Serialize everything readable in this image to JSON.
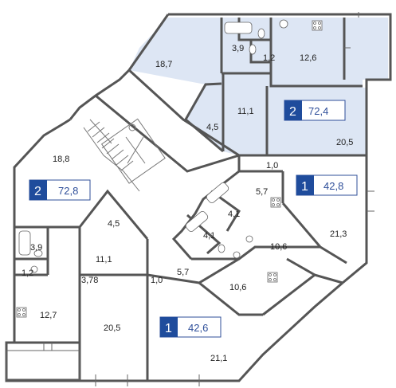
{
  "colors": {
    "highlight_fill": "#dde6f4",
    "badge_fill": "#1f4c9c",
    "badge_text": "#ffffff",
    "area_text": "#2f4f9a",
    "wall": "#555555"
  },
  "apartments": [
    {
      "rooms": "2",
      "area": "72,4"
    },
    {
      "rooms": "2",
      "area": "72,8"
    },
    {
      "rooms": "1",
      "area": "42,8"
    },
    {
      "rooms": "1",
      "area": "42,6"
    }
  ],
  "rooms": {
    "r01": "18,7",
    "r02": "3,9",
    "r03": "1,2",
    "r04": "12,6",
    "r05": "11,1",
    "r06": "4,5",
    "r07": "20,5",
    "r08": "18,8",
    "r09": "1,0",
    "r10": "5,7",
    "r11": "4,1",
    "r12": "4,1",
    "r13": "10,6",
    "r14": "21,3",
    "r15": "4,5",
    "r16": "3,9",
    "r17": "11,1",
    "r18": "1,2",
    "r19": "3,78",
    "r20": "1,0",
    "r21": "5,7",
    "r22": "10,6",
    "r23": "12,7",
    "r24": "20,5",
    "r25": "21,1"
  }
}
